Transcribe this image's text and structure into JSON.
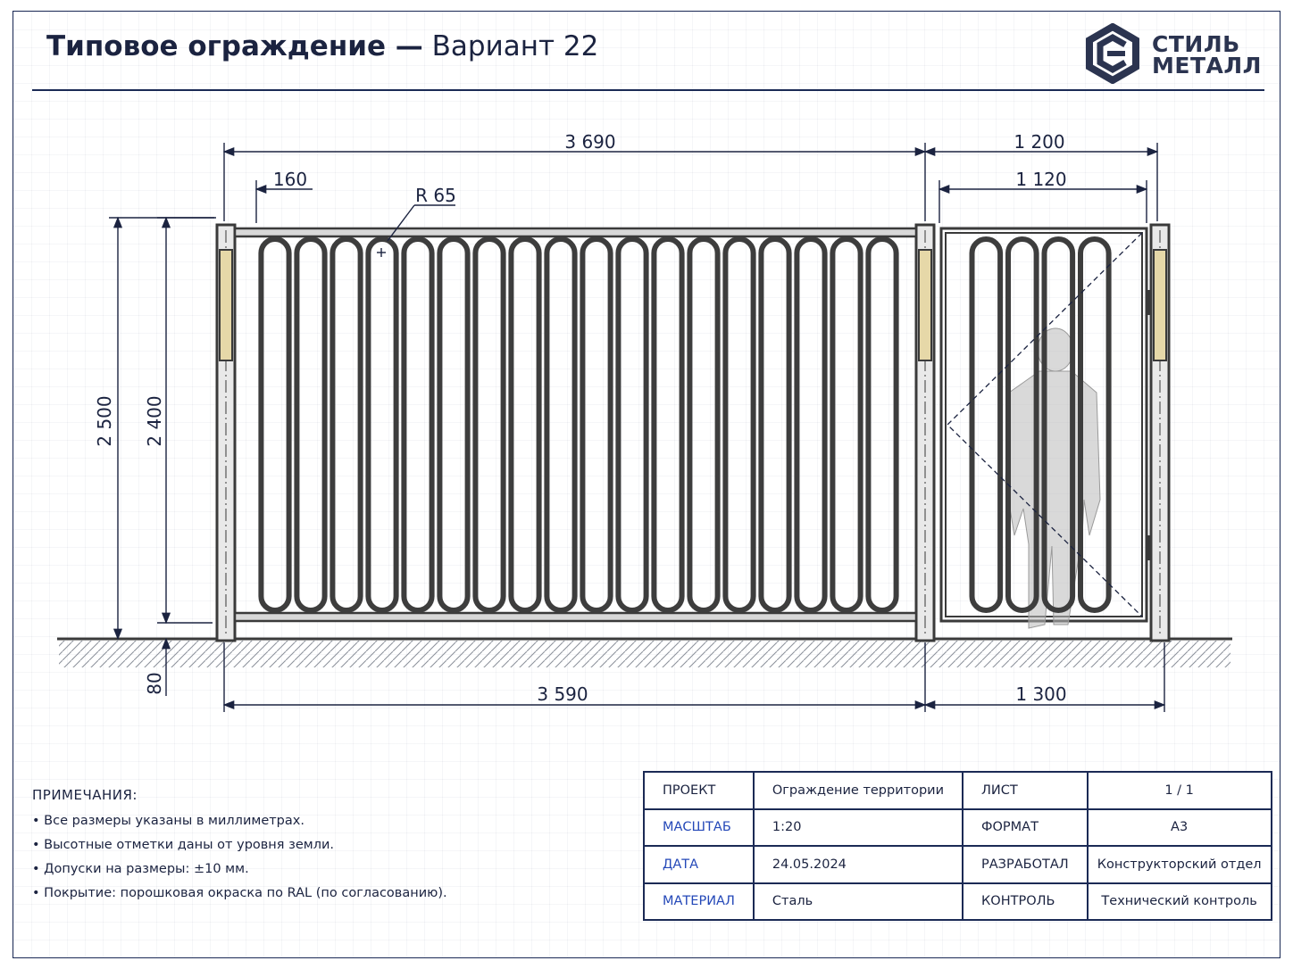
{
  "header": {
    "title_bold": "Типовое ограждение —",
    "title_regular": " Вариант 22"
  },
  "logo": {
    "line1": "СТИЛЬ",
    "line2": "МЕТАЛЛ",
    "icon": "stilmetall-hexagon-logo-icon"
  },
  "dimensions": {
    "top_overall": "3 690",
    "top_gate": "1 200",
    "gate_inner": "1 120",
    "first_bar_offset": "160",
    "radius": "R 65",
    "height_total": "2 500",
    "height_panel": "2 400",
    "below_ground": "80",
    "bottom_overall": "3 590",
    "bottom_gate": "1 300"
  },
  "notes": {
    "heading": "ПРИМЕЧАНИЯ:",
    "items": [
      "Все размеры указаны в миллиметрах.",
      "Высотные отметки даны от уровня земли.",
      "Допуски на размеры: ±10 мм.",
      "Покрытие: порошковая окраска по RAL (по согласованию)."
    ]
  },
  "title_block": {
    "rows": [
      {
        "label": "ПРОЕКТ",
        "value": "Ограждение территории",
        "label2": "ЛИСТ",
        "value2": "1 / 1"
      },
      {
        "label": "МАСШТАБ",
        "value": "1:20",
        "label2": "ФОРМАТ",
        "value2": "А3"
      },
      {
        "label": "ДАТА",
        "value": "24.05.2024",
        "label2": "РАЗРАБОТАЛ",
        "value2": "Конструкторский отдел"
      },
      {
        "label": "МАТЕРИАЛ",
        "value": "Сталь",
        "label2": "КОНТРОЛЬ",
        "value2": "Технический контроль"
      }
    ]
  },
  "colors": {
    "frame": "#1b2a55",
    "metal": "#3d3d3d",
    "accent_label": "#2448b8",
    "plate": "#e6d8a8"
  }
}
